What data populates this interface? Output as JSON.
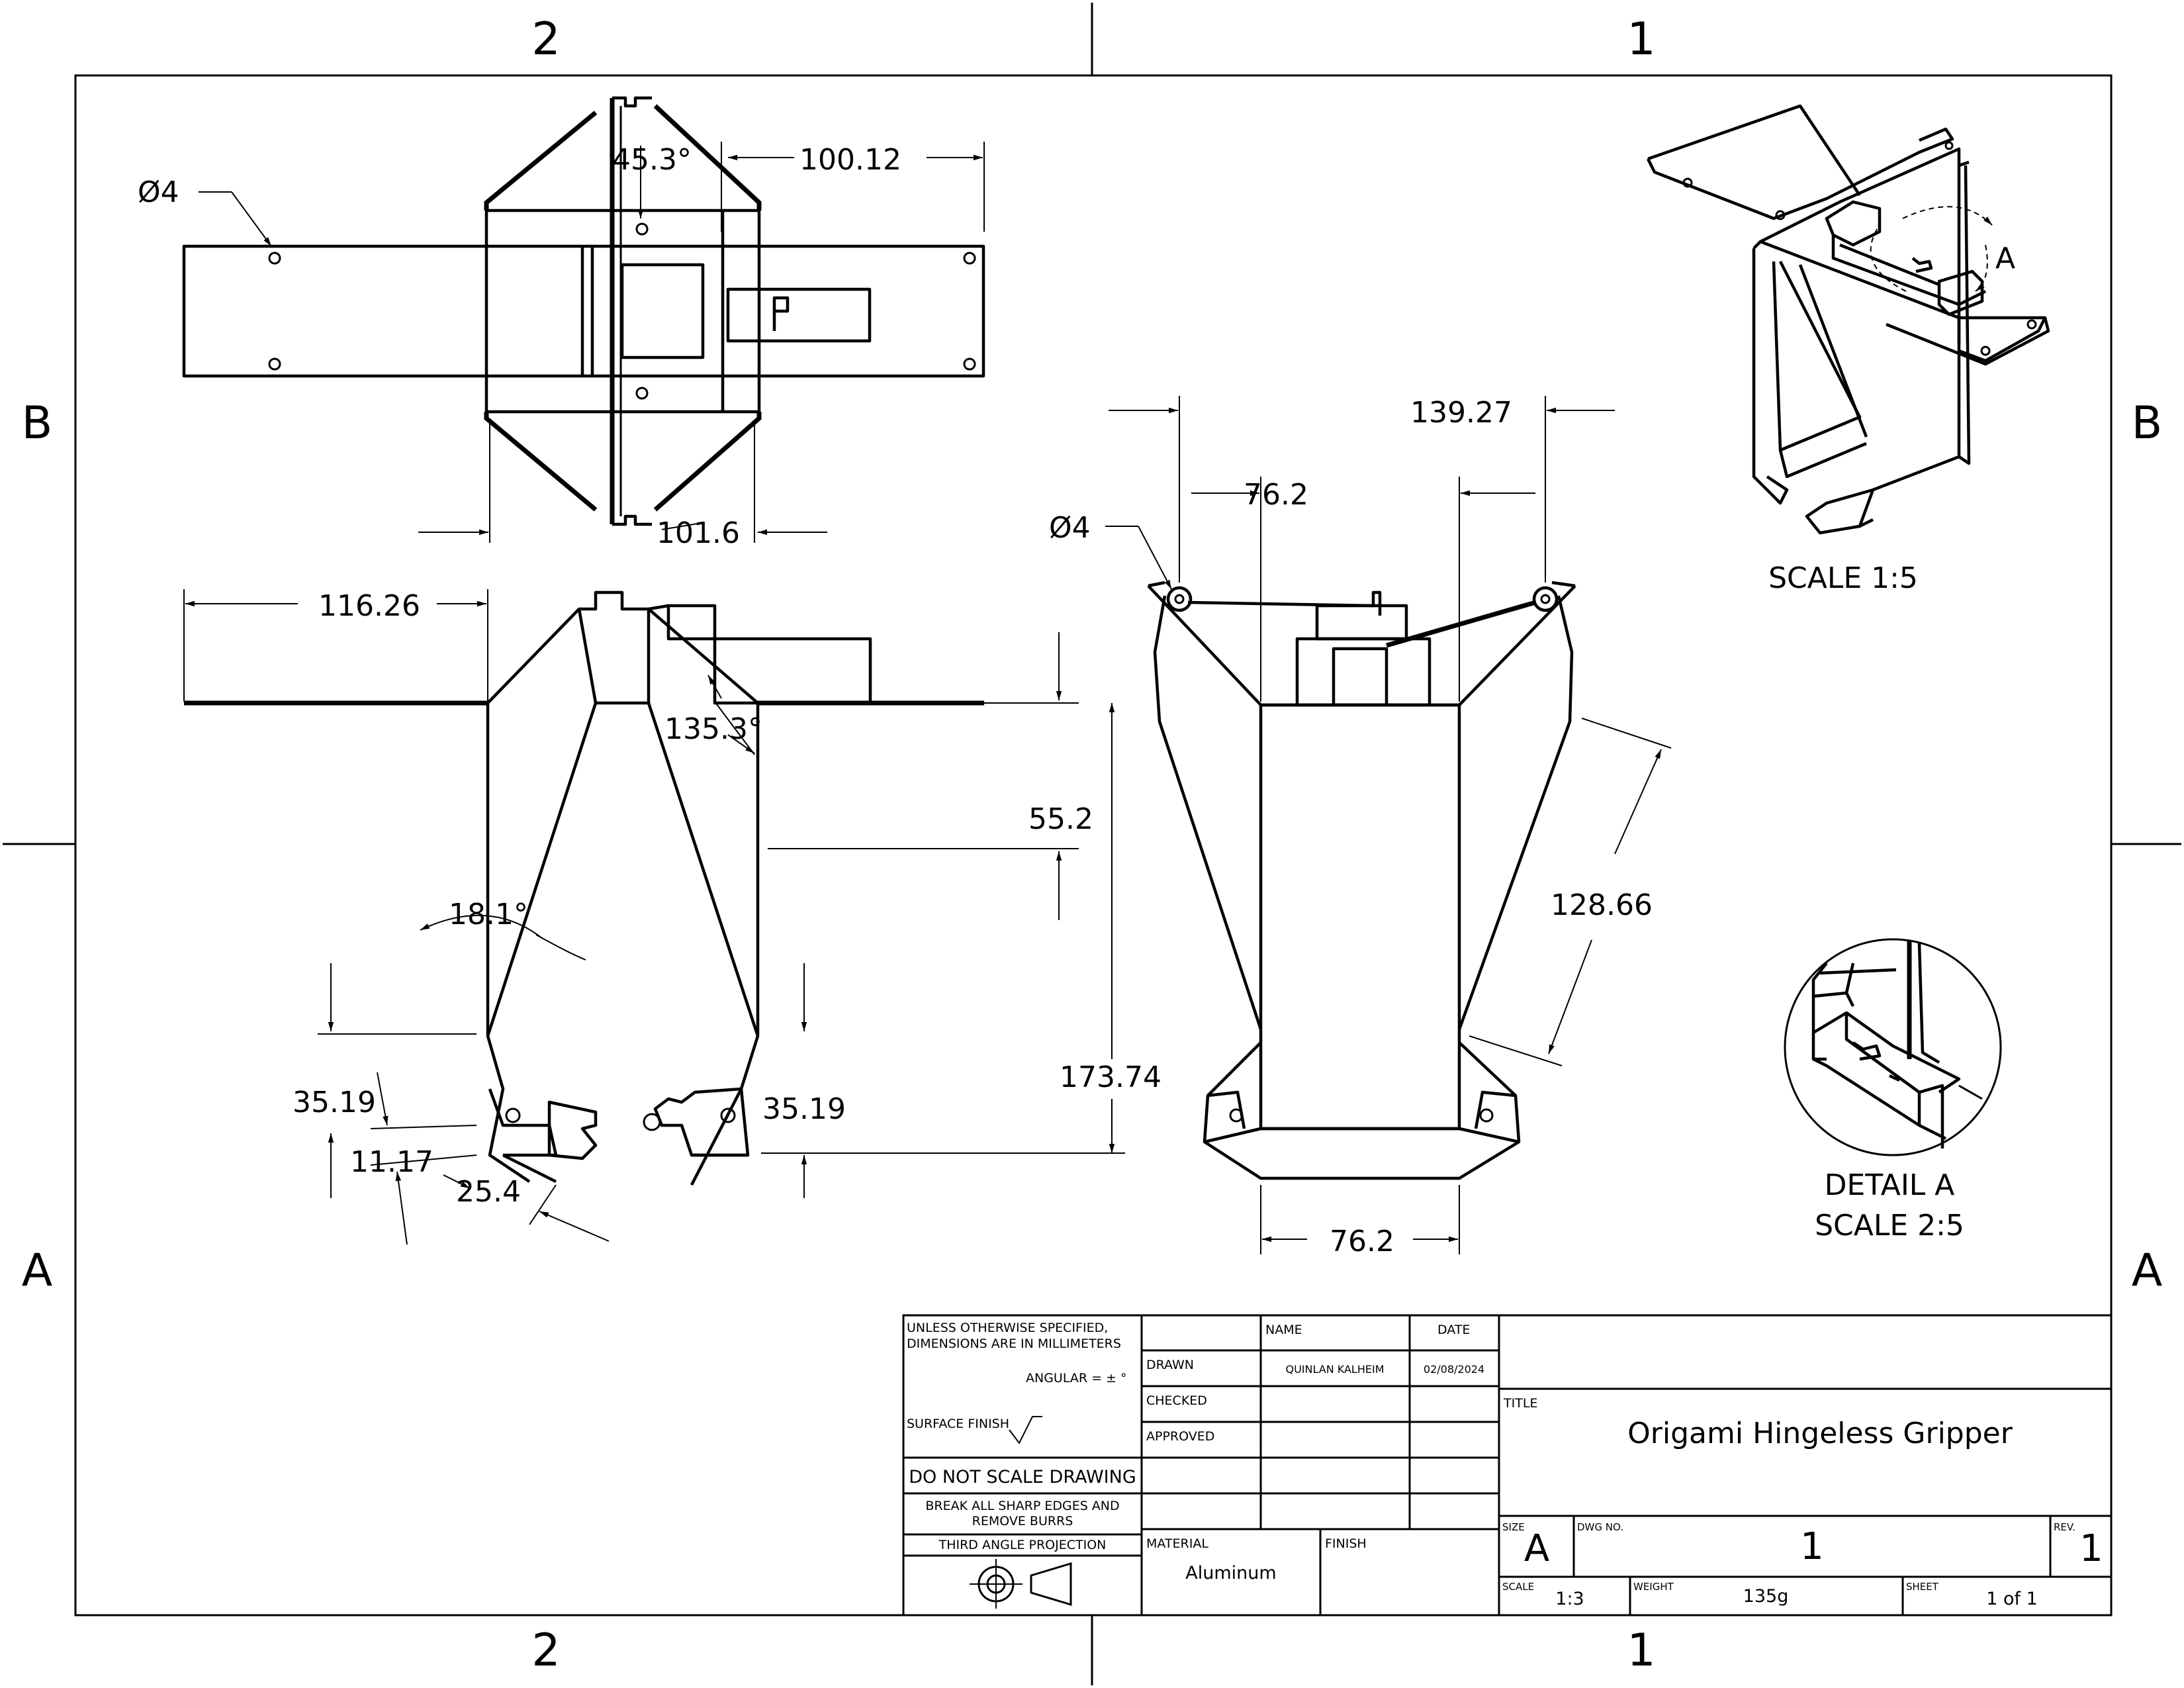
{
  "zones": {
    "top_left": "2",
    "top_right": "1",
    "bottom_left": "2",
    "bottom_right": "1",
    "row_upper": "B",
    "row_lower": "A"
  },
  "dimensions": {
    "top_hole_dia": "Ø4",
    "top_angle": "45.3°",
    "top_width_right": "100.12",
    "top_width_bottom": "101.6",
    "front_left_len": "116.26",
    "front_angle": "135.3°",
    "front_height_mid": "55.2",
    "front_finger_angle": "18.1°",
    "front_total_height": "173.74",
    "front_tab_left": "35.19",
    "front_tab_right": "35.19",
    "front_tab_small": "11.17",
    "front_tab_len": "25.4",
    "side_width_top": "139.27",
    "side_inner_width": "76.2",
    "side_hole_dia": "Ø4",
    "side_slant_len": "128.66",
    "side_bottom_width": "76.2"
  },
  "views": {
    "iso_scale": "SCALE 1:5",
    "iso_detail_marker": "A",
    "detail_title": "DETAIL A",
    "detail_scale": "SCALE 2:5"
  },
  "title_block": {
    "notes_line1": "UNLESS OTHERWISE SPECIFIED,",
    "notes_line2": "DIMENSIONS ARE IN MILLIMETERS",
    "angular": "ANGULAR = ± °",
    "surface_finish": "SURFACE FINISH",
    "do_not_scale": "DO NOT SCALE DRAWING",
    "break_edges_1": "BREAK ALL SHARP EDGES AND",
    "break_edges_2": "REMOVE BURRS",
    "projection": "THIRD ANGLE PROJECTION",
    "col_name": "NAME",
    "col_date": "DATE",
    "row_drawn": "DRAWN",
    "row_checked": "CHECKED",
    "row_approved": "APPROVED",
    "drawn_name": "QUINLAN KALHEIM",
    "drawn_date": "02/08/2024",
    "material_label": "MATERIAL",
    "material_value": "Aluminum",
    "finish_label": "FINISH",
    "title_label": "TITLE",
    "title_value": "Origami Hingeless Gripper",
    "size_label": "SIZE",
    "size_value": "A",
    "dwg_label": "DWG NO.",
    "dwg_value": "1",
    "rev_label": "REV.",
    "rev_value": "1",
    "scale_label": "SCALE",
    "scale_value": "1:3",
    "weight_label": "WEIGHT",
    "weight_value": "135g",
    "sheet_label": "SHEET",
    "sheet_value": "1 of 1"
  }
}
